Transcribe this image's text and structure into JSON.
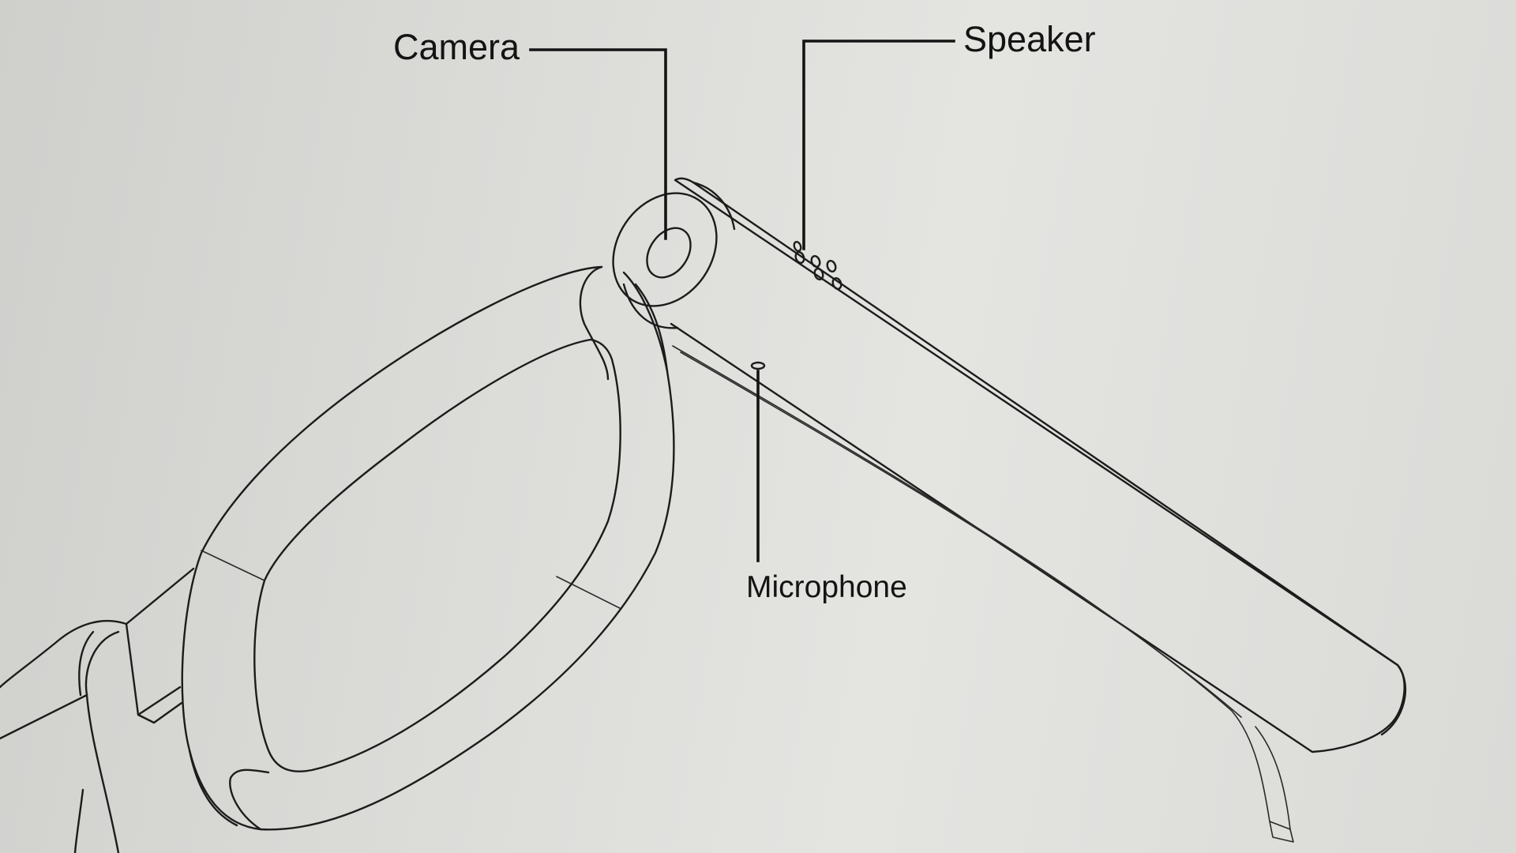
{
  "labels": {
    "camera": "Camera",
    "speaker": "Speaker",
    "microphone": "Microphone"
  },
  "colors": {
    "line": "#1c1c1c",
    "background": "#dcdcd9"
  }
}
